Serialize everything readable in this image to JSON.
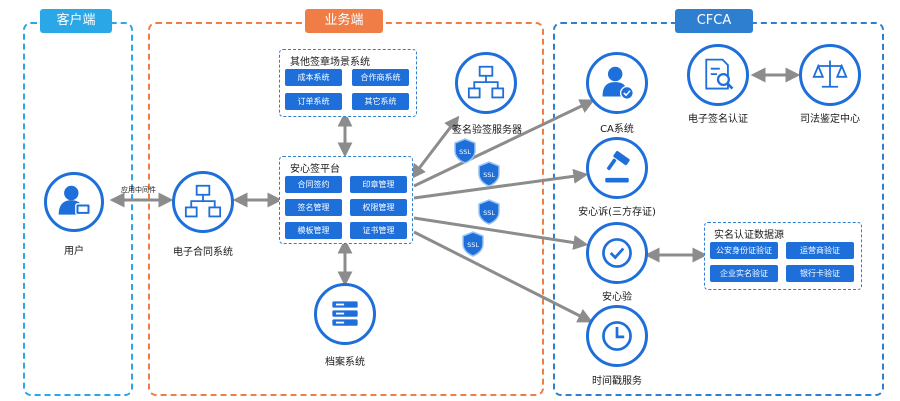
{
  "zones": {
    "client": "客户端",
    "business": "业务端",
    "cfca": "CFCA"
  },
  "client": {
    "user_label": "用户",
    "middleware_label": "应用中间件"
  },
  "business": {
    "contract_system_label": "电子合同系统",
    "other_systems": {
      "title": "其他签章场景系统",
      "items": [
        "成本系统",
        "合作商系统",
        "订单系统",
        "其它系统"
      ]
    },
    "platform": {
      "title": "安心签平台",
      "items": [
        "合同签约",
        "印章管理",
        "签名管理",
        "权限管理",
        "模板管理",
        "证书管理"
      ]
    },
    "sign_server_label": "签名验签服务器",
    "archive_label": "档案系统",
    "ssl_badge": "SSL"
  },
  "cfca": {
    "ca_label": "CA系统",
    "evidence_label": "安心诉(三方存证)",
    "verify_label": "安心验",
    "timestamp_label": "时间戳服务",
    "e_sign_auth_label": "电子签名认证",
    "judicial_label": "司法鉴定中心",
    "realname": {
      "title": "实名认证数据源",
      "items": [
        "公安身份证验证",
        "运营商验证",
        "企业实名验证",
        "银行卡验证"
      ]
    }
  },
  "colors": {
    "primary_blue": "#1e6fd9",
    "client_zone": "#2aa7e6",
    "business_zone": "#f07d45",
    "cfca_zone": "#2f7fd0",
    "arrow_gray": "#8c8c8c"
  }
}
